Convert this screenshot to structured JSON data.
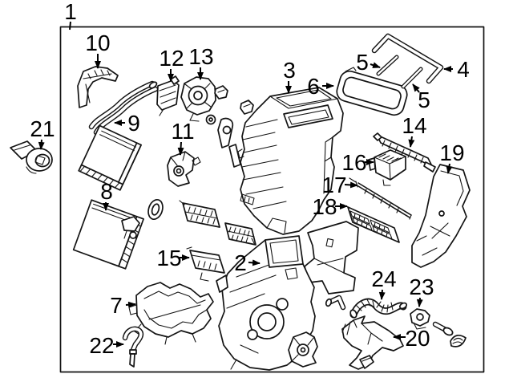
{
  "diagram": {
    "kind": "exploded-parts-diagram",
    "colors": {
      "background": "#ffffff",
      "line": "#141414",
      "frame": "#000000",
      "label": "#000000"
    },
    "callouts": {
      "c1": {
        "label": "1"
      },
      "c2": {
        "label": "2"
      },
      "c3": {
        "label": "3"
      },
      "c4": {
        "label": "4"
      },
      "c5a": {
        "label": "5"
      },
      "c5b": {
        "label": "5"
      },
      "c6": {
        "label": "6"
      },
      "c7": {
        "label": "7"
      },
      "c8": {
        "label": "8"
      },
      "c9": {
        "label": "9"
      },
      "c10": {
        "label": "10"
      },
      "c11": {
        "label": "11"
      },
      "c12": {
        "label": "12"
      },
      "c13": {
        "label": "13"
      },
      "c14": {
        "label": "14"
      },
      "c15": {
        "label": "15"
      },
      "c16": {
        "label": "16"
      },
      "c17": {
        "label": "17"
      },
      "c18": {
        "label": "18"
      },
      "c19": {
        "label": "19"
      },
      "c20": {
        "label": "20"
      },
      "c21": {
        "label": "21"
      },
      "c22": {
        "label": "22"
      },
      "c23": {
        "label": "23"
      },
      "c24": {
        "label": "24"
      }
    }
  }
}
